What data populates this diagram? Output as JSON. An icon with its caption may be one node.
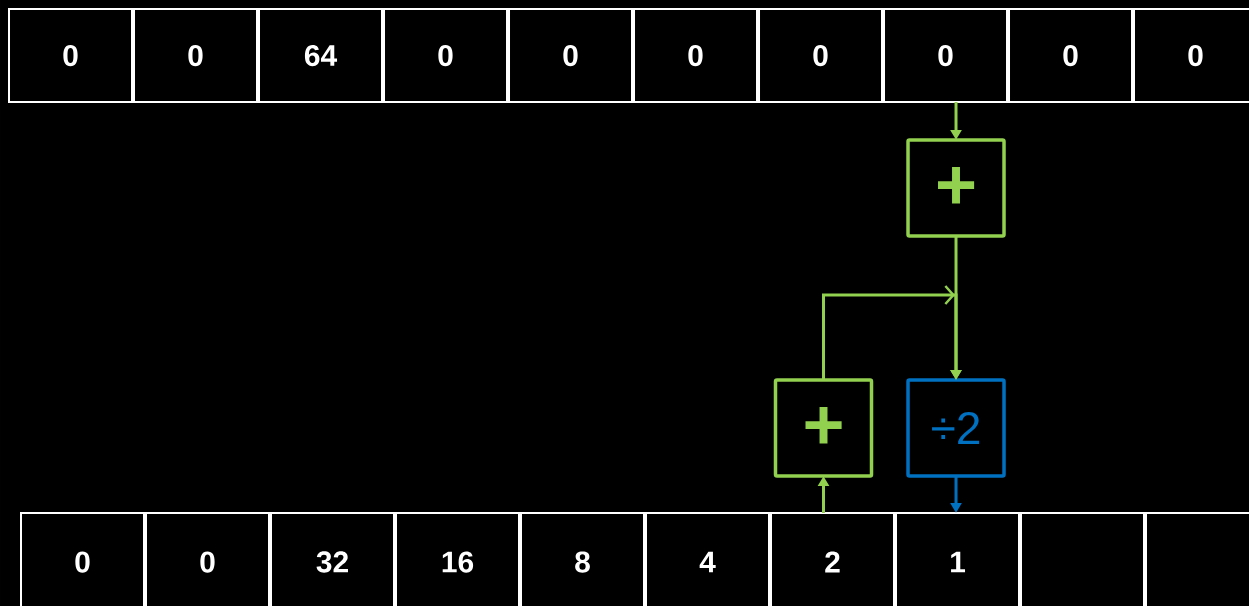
{
  "diagram": {
    "nodes": [
      {
        "text": [
          "0"
        ]
      },
      {
        "text": [
          "0"
        ]
      },
      {
        "text": [
          "64"
        ]
      },
      {
        "text": [
          "0"
        ]
      },
      {
        "text": [
          "0"
        ]
      },
      {
        "text": [
          "0"
        ]
      },
      {
        "text": [
          "0"
        ]
      },
      {
        "text": [
          "0"
        ]
      },
      {
        "text": [
          "0"
        ]
      },
      {
        "text": [
          "0"
        ]
      },
      {
        "text": [
          "+"
        ]
      },
      {
        "text": [
          "+"
        ]
      },
      {
        "text": [
          "÷2"
        ]
      },
      {
        "text": [
          "0"
        ]
      },
      {
        "text": [
          "0"
        ]
      },
      {
        "text": [
          "32"
        ]
      },
      {
        "text": [
          "16"
        ]
      },
      {
        "text": [
          "8"
        ]
      },
      {
        "text": [
          "4"
        ]
      },
      {
        "text": [
          "2"
        ]
      },
      {
        "text": [
          "1"
        ]
      },
      {
        "text": [],
        "shape": "box"
      },
      {
        "text": [],
        "shape": "box"
      }
    ],
    "edges": [
      {
        "from": 7,
        "to": 10,
        "arrow": "to"
      },
      {
        "from": 10,
        "to": 12,
        "arrow": "to"
      },
      {
        "from": 11,
        "to": 12,
        "arrow": "to"
      },
      {
        "from": 19,
        "to": 11,
        "arrow": "to"
      },
      {
        "from": 12,
        "to": 20,
        "arrow": "to",
        "color": "#0070c0"
      }
    ]
  }
}
